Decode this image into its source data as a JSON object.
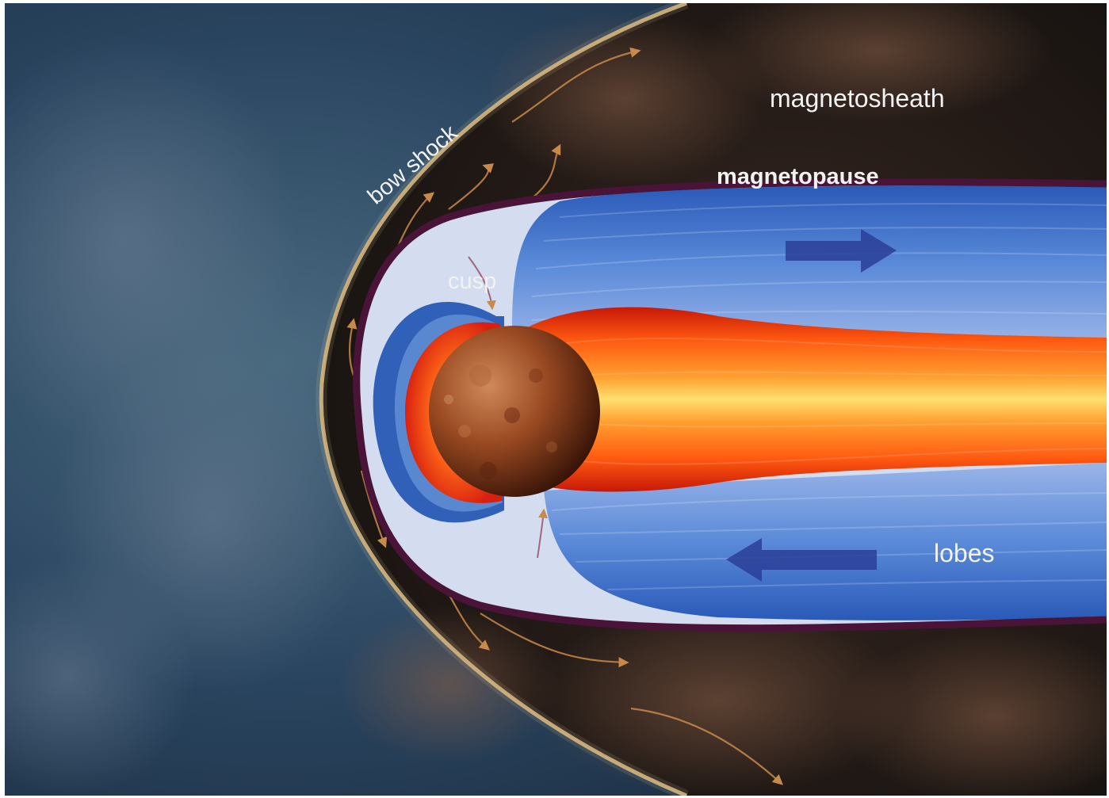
{
  "labels": {
    "bow_shock": "bow shock",
    "magnetosheath": "magnetosheath",
    "magnetopause": "magnetopause",
    "cusp": "cusp",
    "lobes": "lobes"
  },
  "colors": {
    "space_blue": "#2a4a66",
    "sheath_dark": "#241c18",
    "bow_shock_line": "#c8a870",
    "magnetopause_line": "#4a1438",
    "lobe_blue": "#3d6fc0",
    "lobe_light": "#d6dcf0",
    "plasma_orange": "#ff7a1a",
    "plasma_yellow": "#ffd060",
    "plasma_red": "#e02010",
    "planet": "#8a3a1c",
    "flow_arrow": "#c88a4a",
    "lobe_arrow": "#283f99"
  }
}
